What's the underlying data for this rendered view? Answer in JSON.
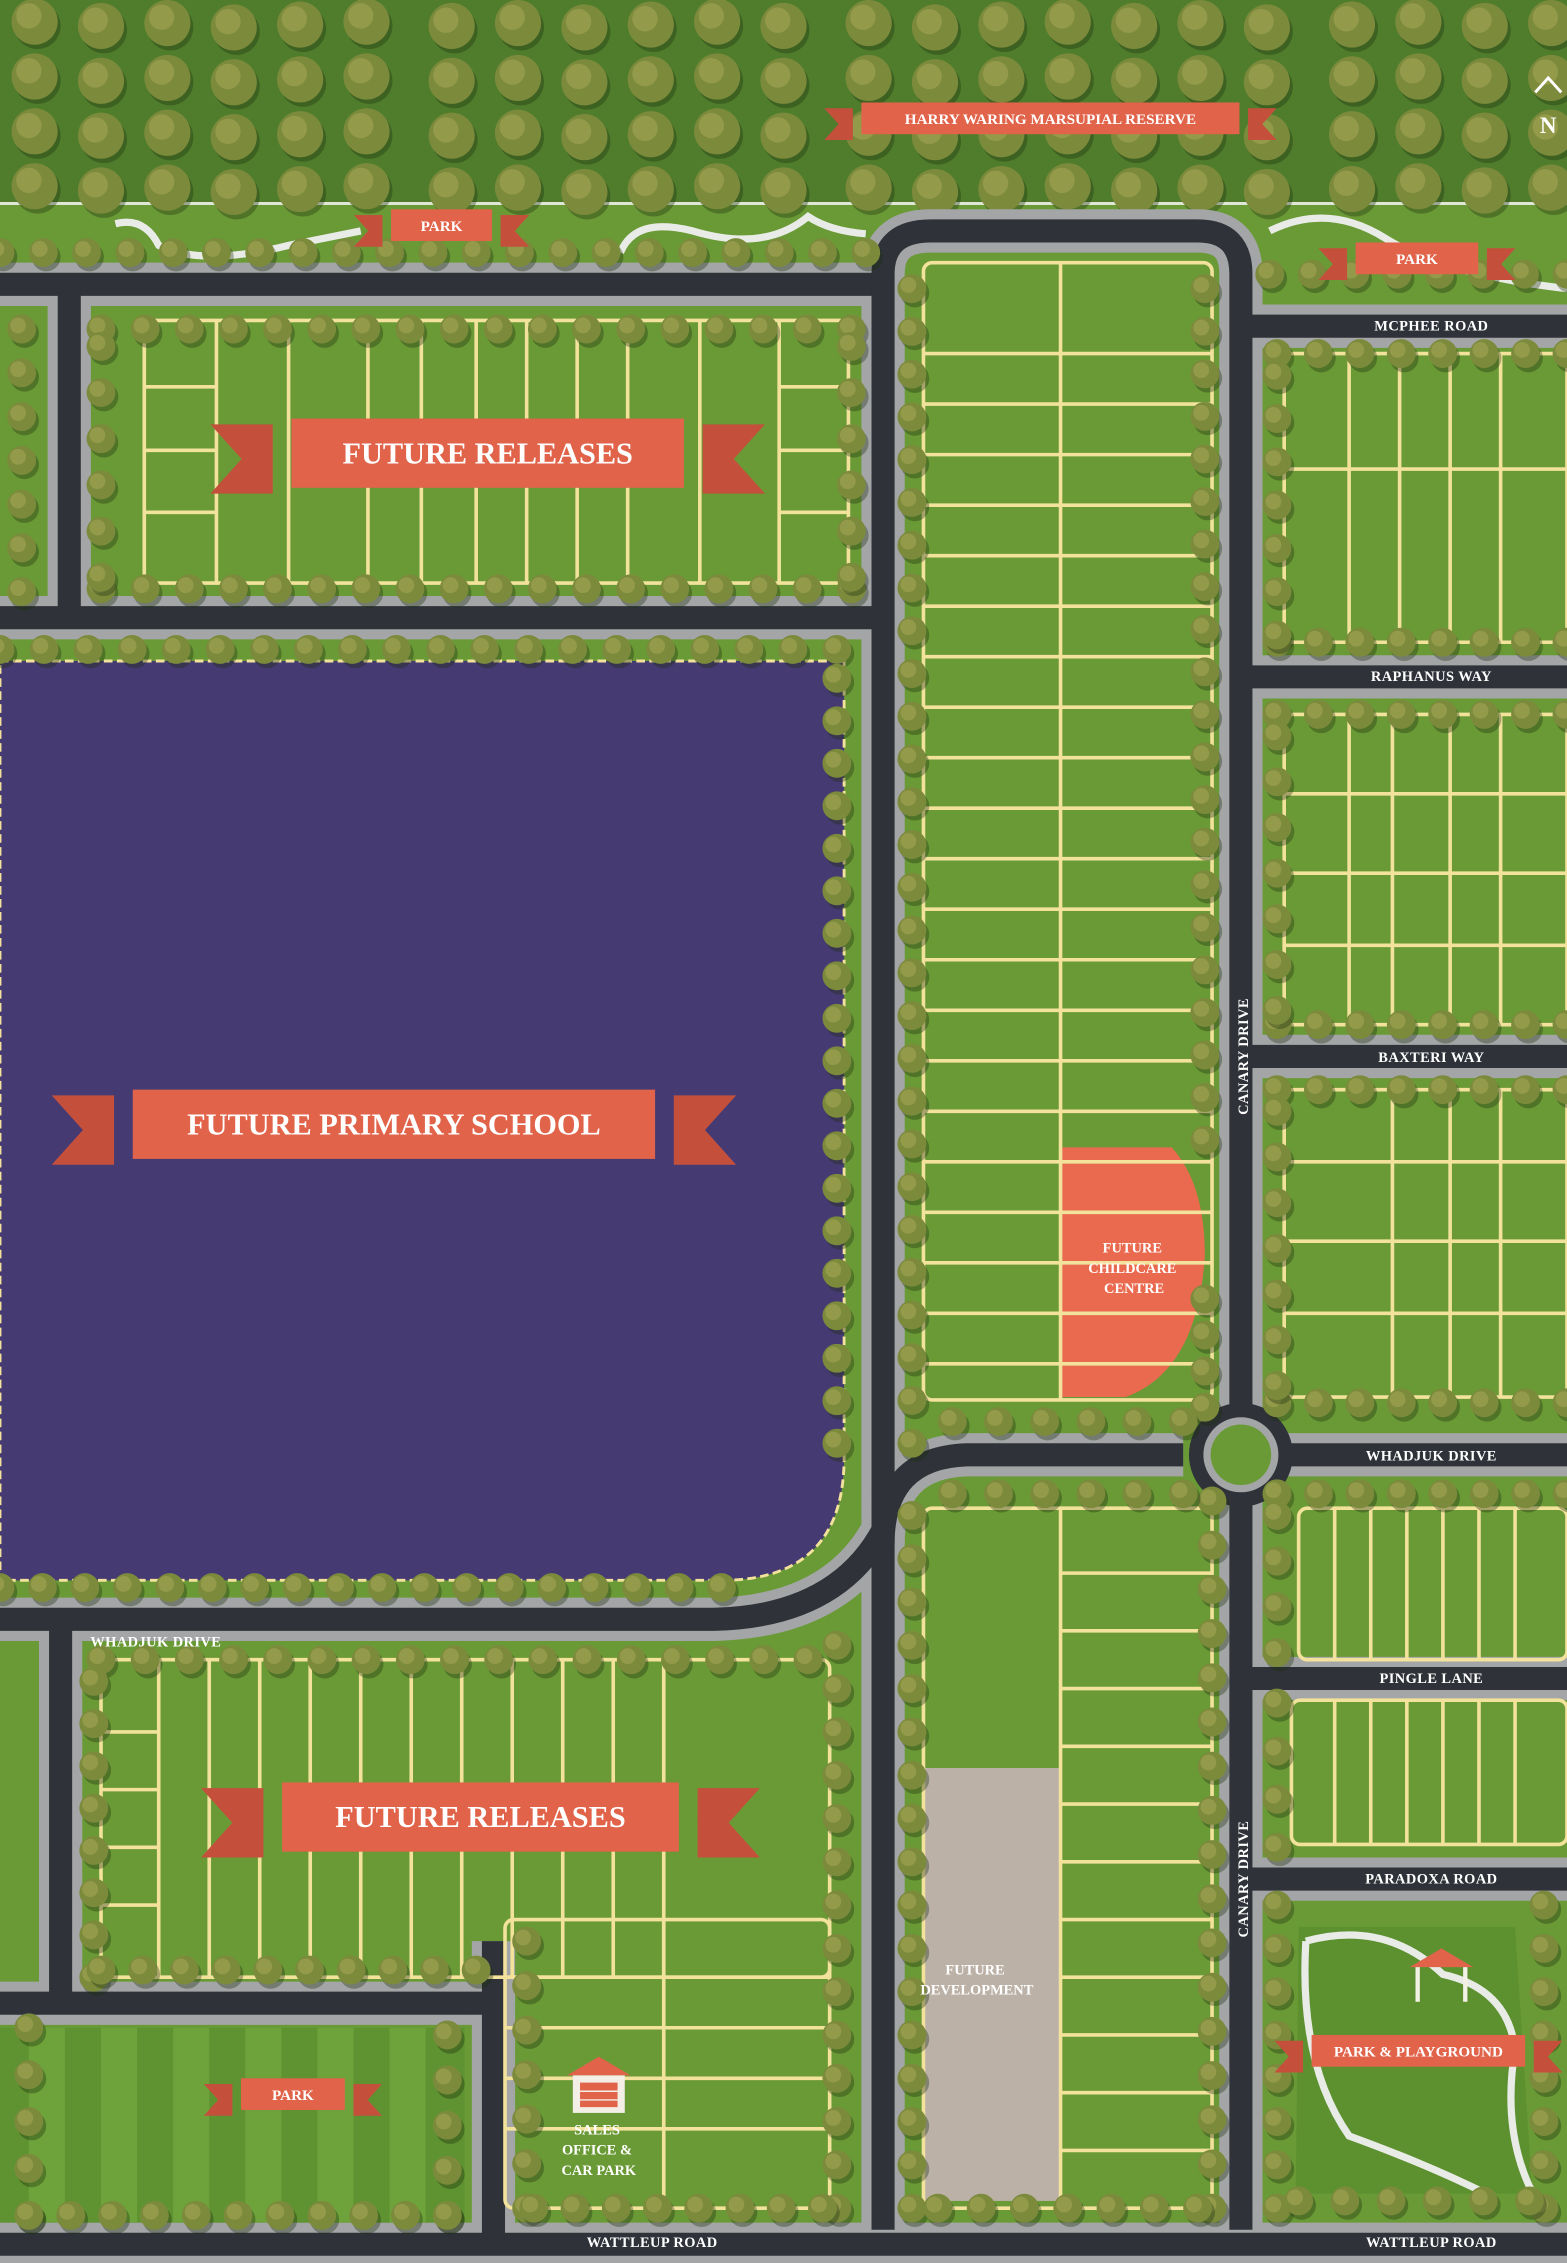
{
  "map": {
    "north_label": "N",
    "banners": {
      "reserve": "HARRY WARING MARSUPIAL RESERVE",
      "park_top_left": "PARK",
      "park_top_right": "PARK",
      "future_releases_top": "FUTURE RELEASES",
      "school": "FUTURE PRIMARY SCHOOL",
      "future_releases_bottom": "FUTURE RELEASES",
      "park_bottom_left": "PARK",
      "park_playground": "PARK & PLAYGROUND"
    },
    "roads": {
      "mcphee": "MCPHEE ROAD",
      "raphanus": "RAPHANUS WAY",
      "baxteri": "BAXTERI WAY",
      "whadjuk_right": "WHADJUK DRIVE",
      "whadjuk_left": "WHADJUK DRIVE",
      "pingle": "PINGLE LANE",
      "paradoxa": "PARADOXA ROAD",
      "canary_upper": "CANARY DRIVE",
      "canary_lower": "CANARY DRIVE",
      "wattleup_left": "WATTLEUP ROAD",
      "wattleup_right": "WATTLEUP ROAD"
    },
    "areas": {
      "childcare": [
        "FUTURE",
        "CHILDCARE",
        "CENTRE"
      ],
      "development": [
        "FUTURE",
        "DEVELOPMENT"
      ],
      "sales": [
        "SALES",
        "OFFICE &",
        "CAR PARK"
      ]
    },
    "icons": [
      "north-arrow-icon",
      "sales-office-icon",
      "gazebo-icon",
      "tree-icon"
    ],
    "colors": {
      "grass": "#6a9a36",
      "reserve": "#4f7d2c",
      "road": "#2f3239",
      "verge": "#a3a5a6",
      "lot_line": "#f2e29c",
      "school": "#463a73",
      "banner": "#e0634a",
      "banner_tail": "#c4503c",
      "development": "#bbb1a6"
    }
  }
}
